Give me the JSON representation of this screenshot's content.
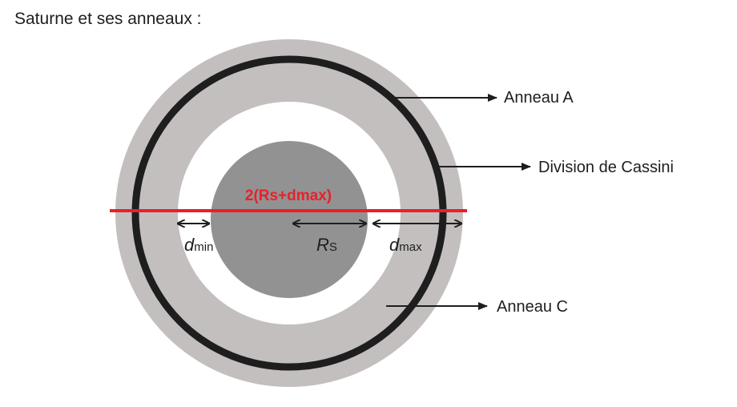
{
  "title": "Saturne et ses anneaux :",
  "labels": {
    "ring_a": "Anneau A",
    "cassini": "Division de Cassini",
    "ring_c": "Anneau C",
    "diameter": "2(Rs+dmax)",
    "dmin_main": "d",
    "dmin_sub": "min",
    "rs_main": "R",
    "rs_sub": "S",
    "dmax_main": "d",
    "dmax_sub": "max"
  },
  "colors": {
    "outer_ring": "#c4bfbf",
    "cassini": "#1e1e1e",
    "planet": "#939292",
    "red": "#e8202a"
  }
}
